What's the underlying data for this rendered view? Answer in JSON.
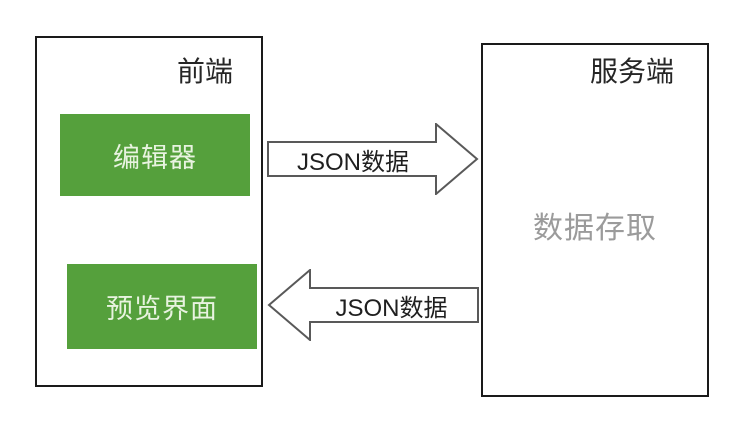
{
  "diagram": {
    "frontend": {
      "title": "前端",
      "nodes": [
        {
          "label": "编辑器"
        },
        {
          "label": "预览界面"
        }
      ]
    },
    "server": {
      "title": "服务端",
      "content": "数据存取"
    },
    "arrows": [
      {
        "direction": "right",
        "from": "编辑器",
        "to": "服务端",
        "label": "JSON数据"
      },
      {
        "direction": "left",
        "from": "服务端",
        "to": "预览界面",
        "label": "JSON数据"
      }
    ],
    "colors": {
      "node_green": "#55a03c",
      "box_border": "#1a1a1a",
      "arrow_stroke": "#595959",
      "muted_text": "#9b9b9b",
      "title_text": "#262626",
      "node_text": "#e8f3e0",
      "label_text": "#1f1f1f",
      "background": "#ffffff"
    }
  }
}
